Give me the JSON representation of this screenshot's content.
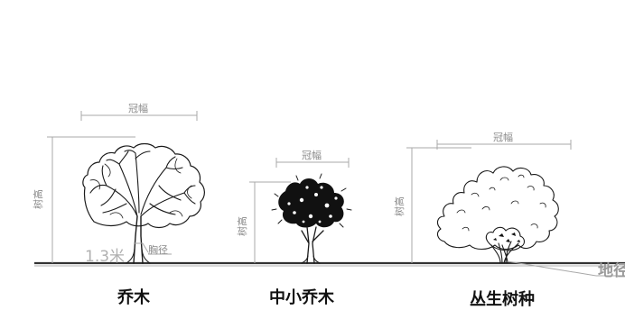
{
  "labels": {
    "tree": "乔木",
    "small_tree": "中小乔木",
    "shrub": "丛生树种",
    "ground": "地径"
  },
  "dimensions": {
    "crown_width": "冠幅",
    "tree_height": "树高",
    "dbh": "胸径",
    "dbh_height": "1.3米"
  }
}
